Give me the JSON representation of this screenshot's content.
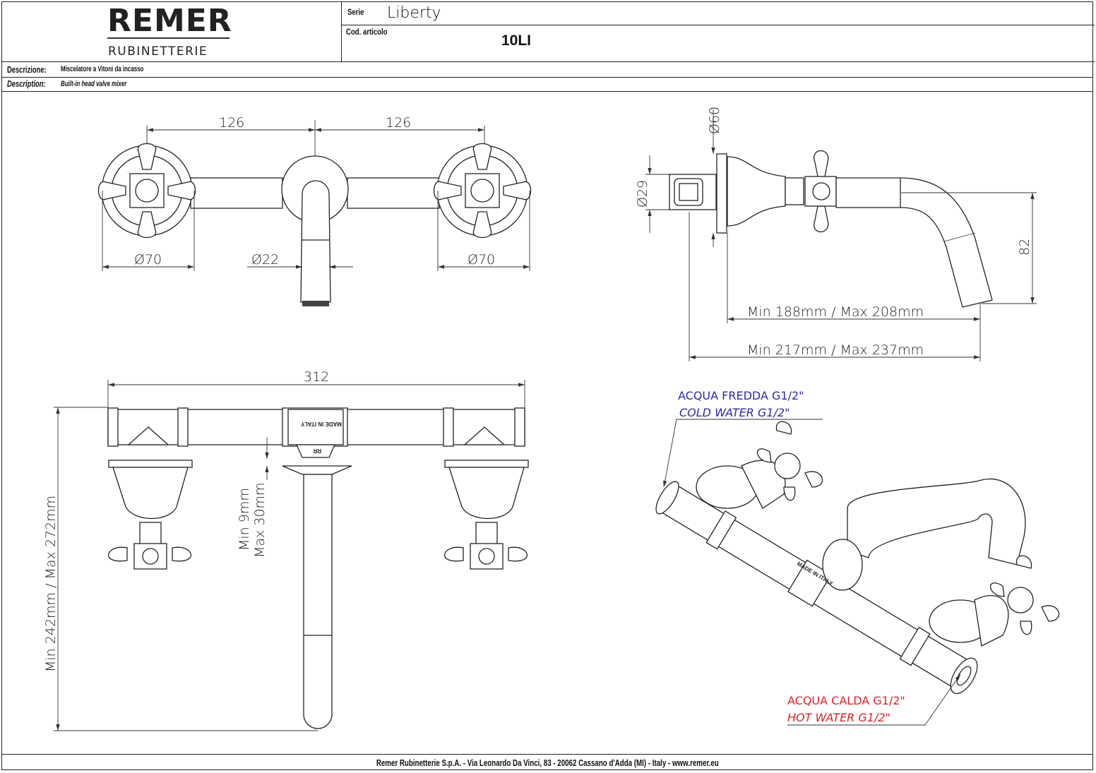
{
  "header": {
    "brand": "REMER",
    "brand_sub": "RUBINETTERIE",
    "serie_label": "Serie",
    "serie_value": "Liberty",
    "code_label": "Cod. articolo",
    "code_value": "10LI"
  },
  "description": {
    "it_label": "Descrizione:",
    "it_value": "Miscelatore a Vitoni da incasso",
    "en_label": "Description:",
    "en_value": "Built-in head valve mixer"
  },
  "drawing": {
    "front": {
      "dim_left": "126",
      "dim_right": "126",
      "dia_left": "Ø70",
      "dia_spout": "Ø22",
      "dia_right": "Ø70"
    },
    "side": {
      "dia_flange": "Ø60",
      "dia_pipe": "Ø29",
      "height": "82",
      "reach_spout": "Min 188mm / Max 208mm",
      "reach_total": "Min 217mm / Max 237mm"
    },
    "plan": {
      "width": "312",
      "depth": "Min 242mm / Max 272mm",
      "wall_min": "Min 9mm",
      "wall_max": "Max 30mm",
      "stamp": "MADE IN ITALY",
      "logo": "RR"
    },
    "iso": {
      "cold_it": "ACQUA FREDDA G1/2\"",
      "cold_en": "COLD WATER G1/2\"",
      "hot_it": "ACQUA CALDA G1/2\"",
      "hot_en": "HOT WATER G1/2\""
    },
    "colors": {
      "cold": "#2a2aa8",
      "hot": "#d8262a"
    }
  },
  "footer": {
    "address": "Remer Rubinetterie S.p.A. - Via Leonardo Da Vinci, 83 - 20062 Cassano d'Adda (MI) - Italy - www.remer.eu"
  }
}
